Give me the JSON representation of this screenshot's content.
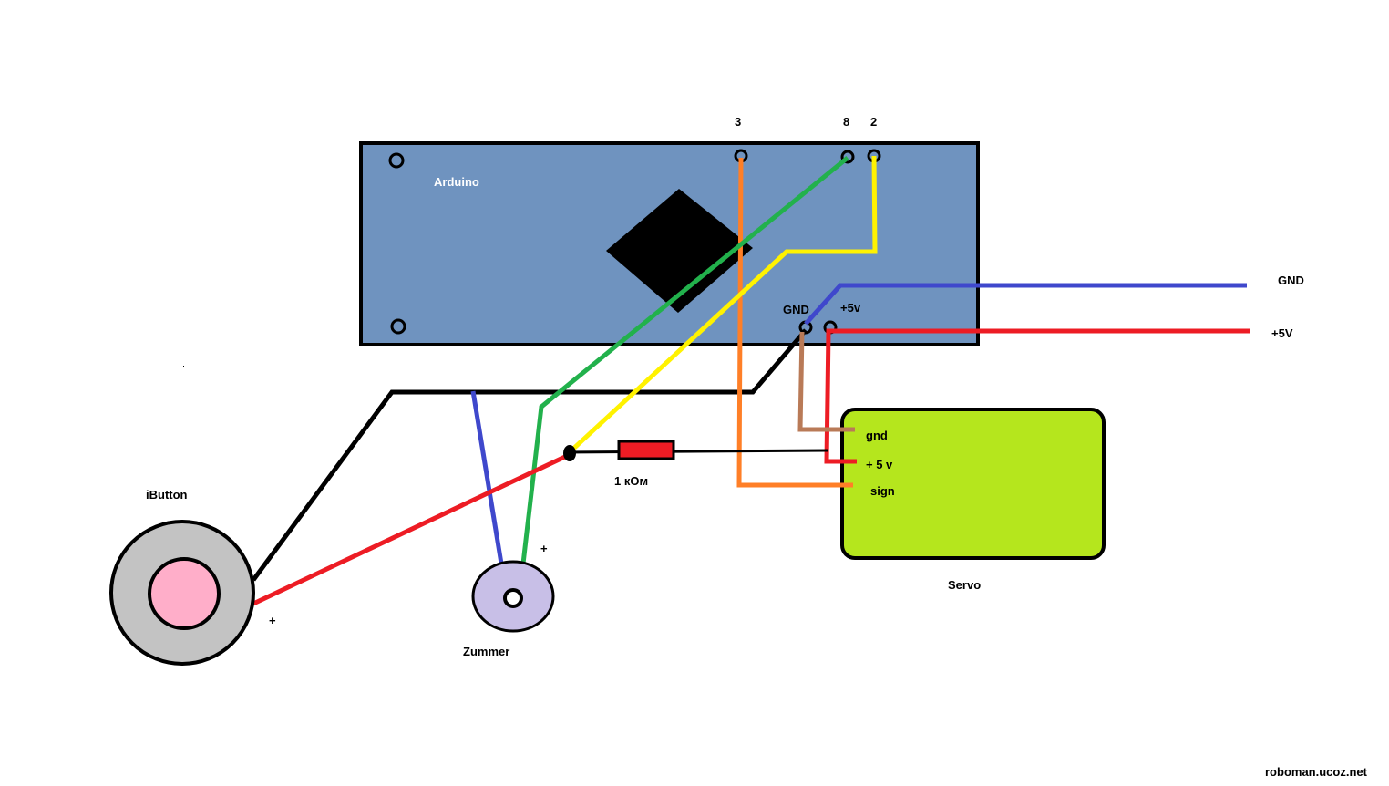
{
  "labels": {
    "arduino": "Arduino",
    "pin_3": "3",
    "pin_8": "8",
    "pin_2": "2",
    "gnd_board": "GND",
    "plus5v_board": "+5v",
    "gnd_rail": "GND",
    "plus5v_rail": "+5V",
    "ibutton": "iButton",
    "ibutton_plus": "+",
    "zummer": "Zummer",
    "zummer_plus": "+",
    "resistor": "1 кОм",
    "servo": "Servo",
    "servo_gnd": "gnd",
    "servo_5v": "+ 5 v",
    "servo_sign": "sign",
    "watermark": "roboman.ucoz.net"
  },
  "colors": {
    "board": "#6f93bf",
    "chip": "#000000",
    "servo_body": "#b5e61d",
    "ibutton_outer": "#c3c3c3",
    "ibutton_inner": "#ffaec9",
    "zummer_body": "#c8bfe7",
    "resistor": "#ed1c24",
    "wire_black": "#000000",
    "wire_red": "#ed1c24",
    "wire_blue": "#3f48cc",
    "wire_green": "#22b14c",
    "wire_yellow": "#fff200",
    "wire_orange": "#ff7f27",
    "wire_brown": "#b97a57"
  }
}
